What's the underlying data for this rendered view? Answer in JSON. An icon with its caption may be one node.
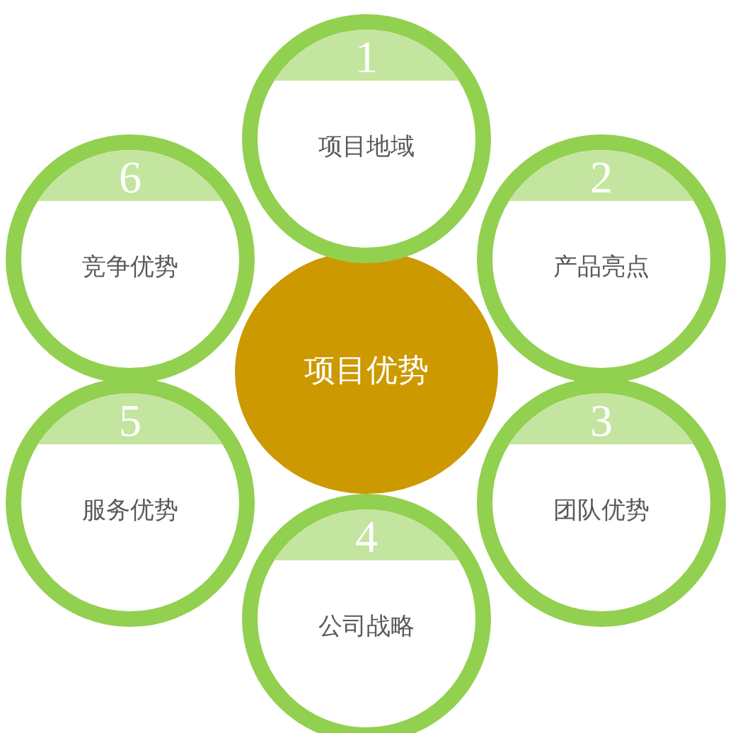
{
  "diagram": {
    "nodes": [
      {
        "text": [
          "项目优势"
        ]
      },
      {
        "text": [
          "1",
          "项目地域"
        ]
      },
      {
        "text": [
          "2",
          "产品亮点"
        ]
      },
      {
        "text": [
          "3",
          "团队优势"
        ]
      },
      {
        "text": [
          "4",
          "公司战略"
        ]
      },
      {
        "text": [
          "5",
          "服务优势"
        ]
      },
      {
        "text": [
          "6",
          "竞争优势"
        ]
      }
    ]
  }
}
